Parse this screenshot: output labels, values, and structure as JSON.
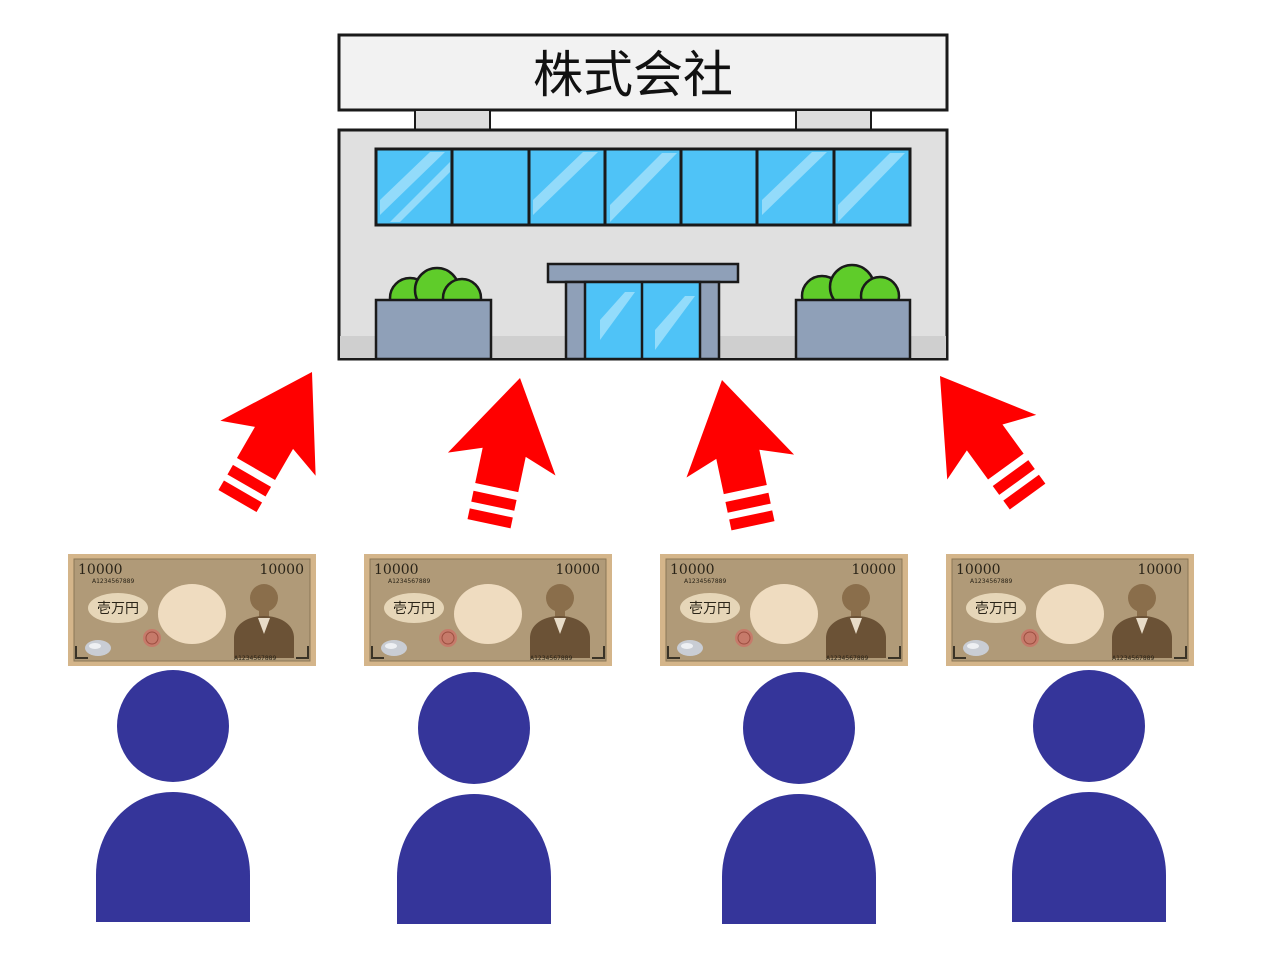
{
  "company": {
    "sign_text": "株式会社"
  },
  "banknote": {
    "denomination": "10000",
    "kanji": "壱万円",
    "serial": "A1234567889"
  },
  "shareholders": [
    {
      "id": 1
    },
    {
      "id": 2
    },
    {
      "id": 3
    },
    {
      "id": 4
    }
  ],
  "colors": {
    "arrow": "#ff0000",
    "person": "#35359a",
    "window": "#4fc3f7",
    "building_wall": "#e0e0e0",
    "planter": "#8fa0b8",
    "bush": "#5fcc2a",
    "note_paper": "#b09a78",
    "note_border": "#d4b58a"
  }
}
